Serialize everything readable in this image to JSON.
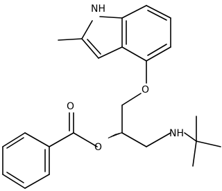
{
  "molecule": {
    "atoms": {
      "nh_indole": "NH",
      "o_ether": "O",
      "o_carbonyl": "O",
      "o_ester": "O",
      "nh_amine": "NH"
    }
  },
  "colors": {
    "bond": "#000000",
    "background": "#ffffff"
  }
}
